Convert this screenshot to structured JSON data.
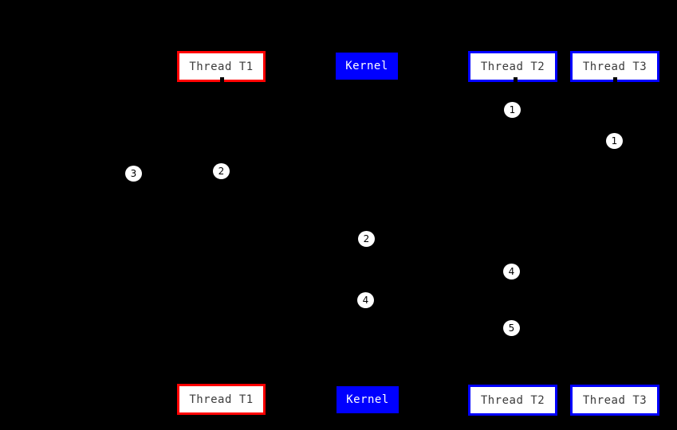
{
  "diagram": {
    "background": "#000000",
    "colors": {
      "background": "#000000",
      "red": "#ff0000",
      "blue": "#0000ff",
      "box_fill": "#ffffff",
      "box_text": "#3b3b3b",
      "kernel_text": "#ffffff",
      "circle_fill": "#ffffff",
      "circle_text": "#000000"
    },
    "actors": [
      {
        "id": "thread-t1",
        "label": "Thread T1",
        "style": "red-outline"
      },
      {
        "id": "kernel",
        "label": "Kernel",
        "style": "blue-solid"
      },
      {
        "id": "thread-t2",
        "label": "Thread T2",
        "style": "blue-outline"
      },
      {
        "id": "thread-t3",
        "label": "Thread T3",
        "style": "blue-outline"
      }
    ],
    "step_markers": [
      {
        "label": "1"
      },
      {
        "label": "1"
      },
      {
        "label": "3"
      },
      {
        "label": "2"
      },
      {
        "label": "2"
      },
      {
        "label": "4"
      },
      {
        "label": "4"
      },
      {
        "label": "5"
      }
    ]
  }
}
